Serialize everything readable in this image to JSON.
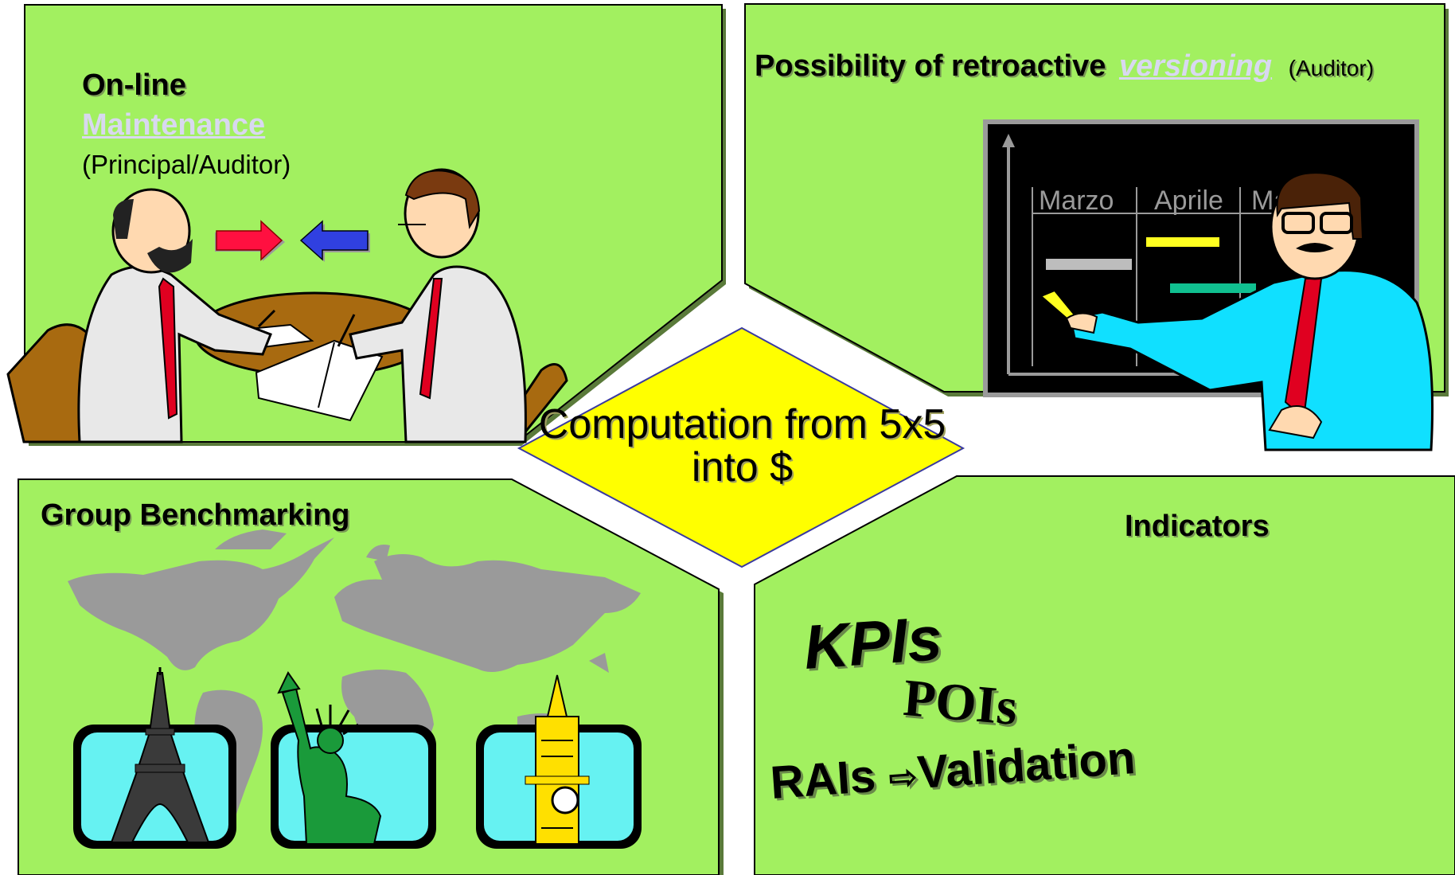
{
  "colors": {
    "panel_fill": "#a2f060",
    "panel_border": "#000000",
    "diamond_fill": "#ffff00",
    "diamond_border": "#3a3aa0",
    "link_text": "#d8d8f0",
    "chalkboard": "#000000",
    "map_gray": "#9a9a9a",
    "tile_cyan": "#66f2f2"
  },
  "panels": {
    "top_left": {
      "title": "On-line",
      "link": "Maintenance",
      "subtitle": "(Principal/Auditor)",
      "illustration": "meeting-clipart"
    },
    "top_right": {
      "title": "Possibility of retroactive",
      "link": "versioning",
      "note": "(Auditor)",
      "chart_months": [
        "Marzo",
        "Aprile",
        "Ma"
      ],
      "illustration": "presenter-clipart"
    },
    "bottom_left": {
      "title": "Group Benchmarking",
      "illustration": "world-map",
      "landmarks": [
        "eiffel-tower-icon",
        "statue-of-liberty-icon",
        "big-ben-icon"
      ]
    },
    "bottom_right": {
      "title": "Indicators",
      "kpis": "KPIs",
      "pois": "POIs",
      "rais": "RAIs",
      "arrow": "⇨",
      "validation": "Validation"
    }
  },
  "center": {
    "line1": "Computation from 5x5",
    "line2": "into $"
  }
}
